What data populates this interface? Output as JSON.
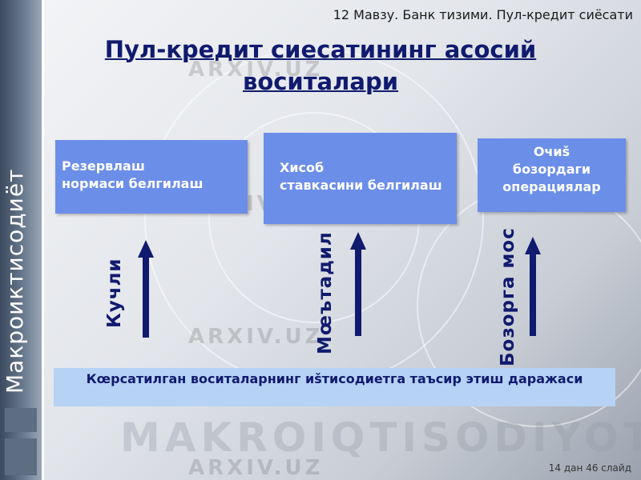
{
  "header": {
    "text": "12 Мавзу. Банк тизими. Пул-кредит сиёсати"
  },
  "sidebar": {
    "vertical_text": "Макроиктисодиёт"
  },
  "title": "Пул-кредит сиесатининг асосий воситалари",
  "boxes": [
    {
      "text": "Резервлаш\nнормаси белгилаш"
    },
    {
      "text": "Хисоб\nставкасини белгилаш"
    },
    {
      "text": "Очиš\nбозордаги\nоперациялар"
    }
  ],
  "arrow_labels": [
    "Кучли",
    "Мœътадил",
    "Бозорга мос"
  ],
  "bottom_box": {
    "text": "Кœрсатилган воситаларнинг иšтисодиетга таъсир этиш даражаси"
  },
  "watermark": {
    "text": "ARXIV.UZ",
    "big_text": "MAKROIQTISODIYOT"
  },
  "footer": {
    "slide_number": "14 дан 46 слайд"
  },
  "colors": {
    "box_fill": "#6b8ee8",
    "bottom_fill": "#b6d2f4",
    "title_color": "#101a6e",
    "arrow_color": "#101a6e"
  }
}
